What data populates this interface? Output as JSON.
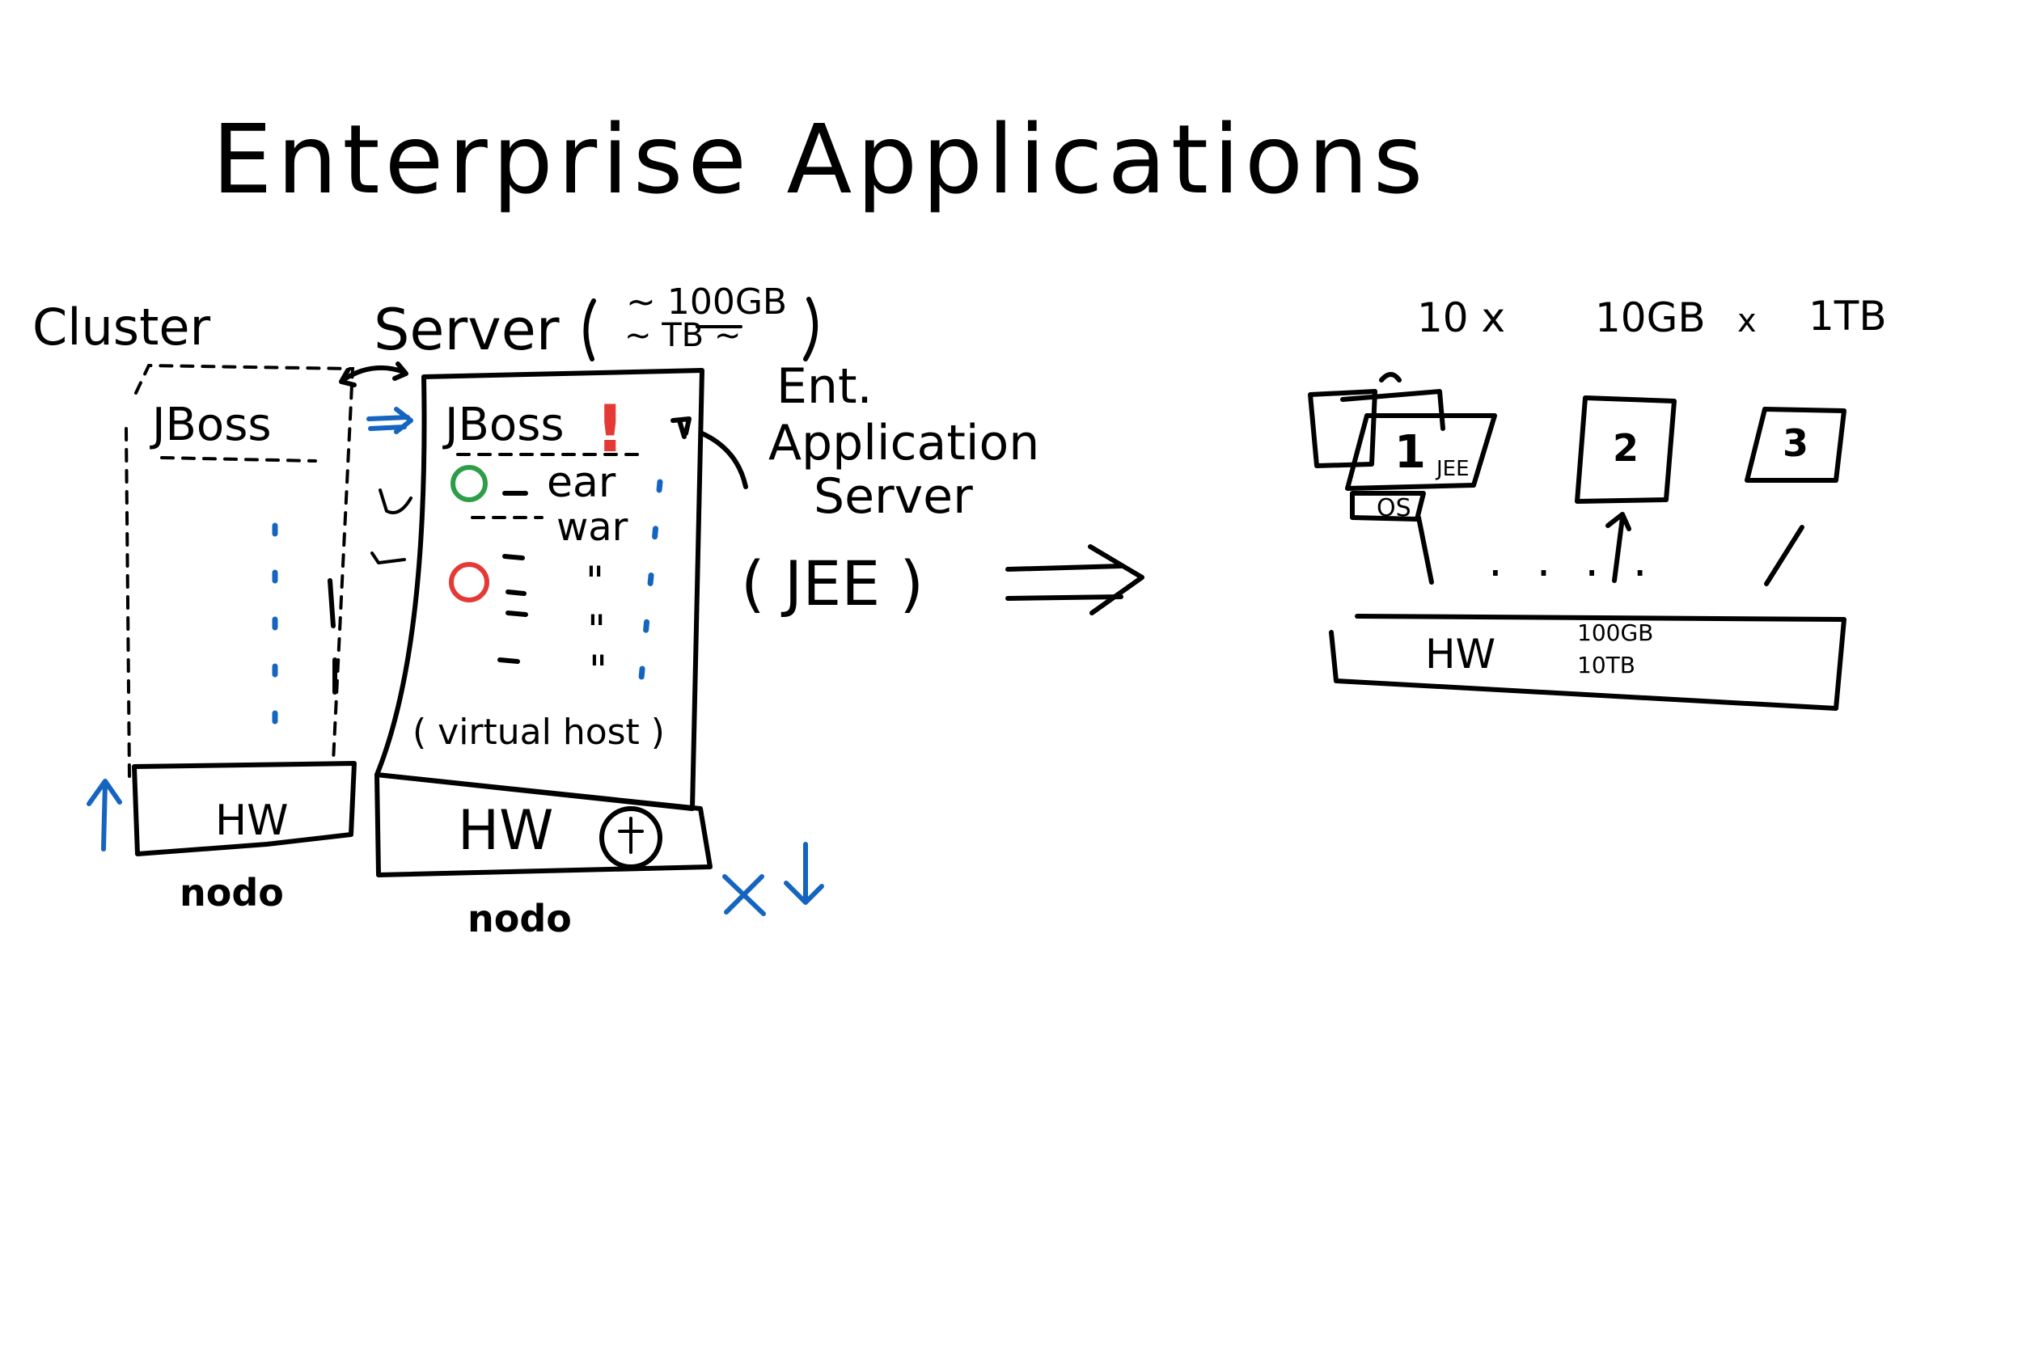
{
  "title": "Enterprise Applications",
  "left": {
    "cluster_label": "Cluster",
    "server_label": "Server",
    "server_note_top": "~ 100GB",
    "server_note_bottom": "~ TB ~",
    "node_a": {
      "jboss": "JBoss",
      "hw": "HW",
      "nodo": "nodo"
    },
    "node_b": {
      "jboss": "JBoss",
      "ear": "ear",
      "war": "war",
      "ditto_1": "\"",
      "ditto_2": "\"",
      "ditto_3": "\"",
      "virtual_host": "( virtual host )",
      "hw": "HW",
      "nodo": "nodo",
      "exclaim": "!"
    },
    "ent_app_server": [
      "Ent.",
      "Application",
      "Server"
    ],
    "jee": "( JEE )",
    "arrow": "⟹",
    "colors": {
      "blue": "#1565c0",
      "red": "#e53935",
      "green": "#2e9d4a"
    }
  },
  "right": {
    "header": {
      "count": "10 x",
      "size_from": "10GB",
      "sep": "x",
      "size_to": "1TB"
    },
    "vm1": {
      "number": "1",
      "jee": "JEE",
      "os": "OS"
    },
    "vm2": {
      "number": "2"
    },
    "vm3": {
      "number": "3"
    },
    "dots": ". . . .",
    "hw": {
      "label": "HW",
      "cap_top": "100GB",
      "cap_bottom": "10TB"
    }
  }
}
